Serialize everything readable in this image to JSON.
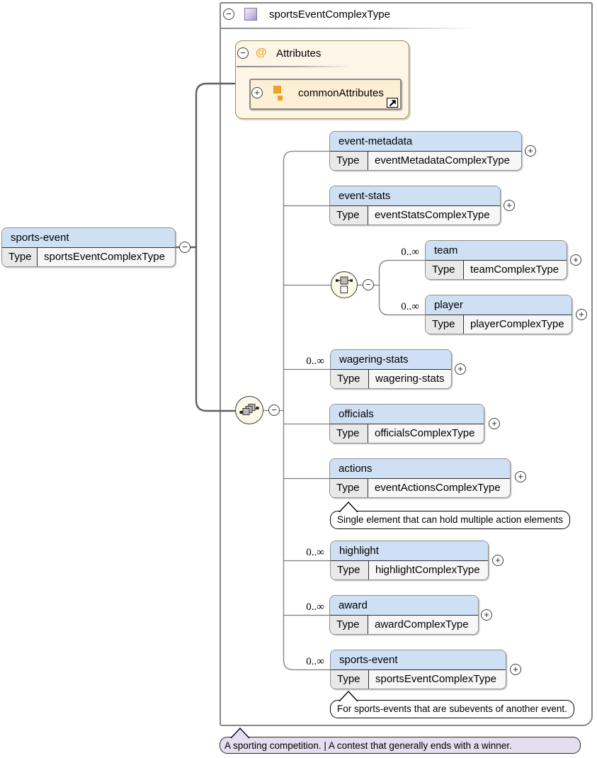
{
  "title": "sportsEventComplexType",
  "glyphs": {
    "minus": "−",
    "plus": "+"
  },
  "attributes_panel": {
    "at": "@",
    "title": "Attributes",
    "item": "commonAttributes"
  },
  "root_element": {
    "name": "sports-event",
    "type_label": "Type",
    "type_value": "sportsEventComplexType"
  },
  "children": [
    {
      "name": "event-metadata",
      "type_label": "Type",
      "type": "eventMetadataComplexType"
    },
    {
      "name": "event-stats",
      "type_label": "Type",
      "type": "eventStatsComplexType"
    },
    {
      "name": "team",
      "type_label": "Type",
      "type": "teamComplexType",
      "cardinality": "0..∞"
    },
    {
      "name": "player",
      "type_label": "Type",
      "type": "playerComplexType",
      "cardinality": "0..∞"
    },
    {
      "name": "wagering-stats",
      "type_label": "Type",
      "type": "wagering-stats",
      "cardinality": "0..∞"
    },
    {
      "name": "officials",
      "type_label": "Type",
      "type": "officialsComplexType"
    },
    {
      "name": "actions",
      "type_label": "Type",
      "type": "eventActionsComplexType"
    },
    {
      "name": "highlight",
      "type_label": "Type",
      "type": "highlightComplexType",
      "cardinality": "0..∞"
    },
    {
      "name": "award",
      "type_label": "Type",
      "type": "awardComplexType",
      "cardinality": "0..∞"
    },
    {
      "name": "sports-event",
      "type_label": "Type",
      "type": "sportsEventComplexType",
      "cardinality": "0..∞"
    }
  ],
  "annotations": {
    "actions_note": "Single element that can hold multiple action elements",
    "sports_event_note": "For sports-events that are subevents of another event.",
    "root_note": "A sporting competition. | A contest that generally ends with a winner."
  },
  "colors": {
    "header_blue": "#cfe0f4",
    "row_gray": "#e9e9e9",
    "row_value": "#f7f7f7",
    "panel_cream": "#fdf6e7",
    "panel_cream_dark": "#fcefd4",
    "lavender": "#e3def0",
    "orange": "#efa126",
    "purple_fill": "#a392cc",
    "compositor_fill": "#fafae6",
    "border_gray": "#8f8f8f"
  }
}
